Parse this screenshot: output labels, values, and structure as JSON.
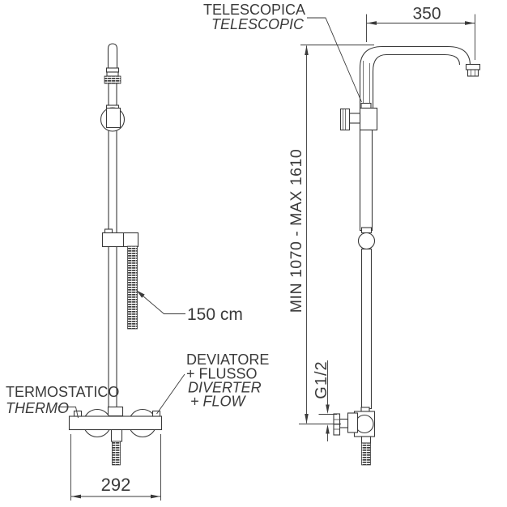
{
  "drawing_title": "telescopic-shower-column-technical-drawing",
  "colors": {
    "ink": "#3a3a3a",
    "background": "#ffffff"
  },
  "labels": {
    "telescopic_it": "TELESCOPICA",
    "telescopic_en": "TELESCOPIC",
    "arm_width": "350",
    "height_range": "MIN 1070  -  MAX 1610",
    "thread_size": "G1/2",
    "hose_length": "150 cm",
    "thermostatic_it": "TERMOSTATICO",
    "thermostatic_en": "THERMO",
    "diverter_it_line1": "DEVIATORE",
    "diverter_it_line2": "+ FLUSSO",
    "diverter_en_line1": "DIVERTER",
    "diverter_en_line2": "+ FLOW",
    "mixer_width": "292"
  }
}
